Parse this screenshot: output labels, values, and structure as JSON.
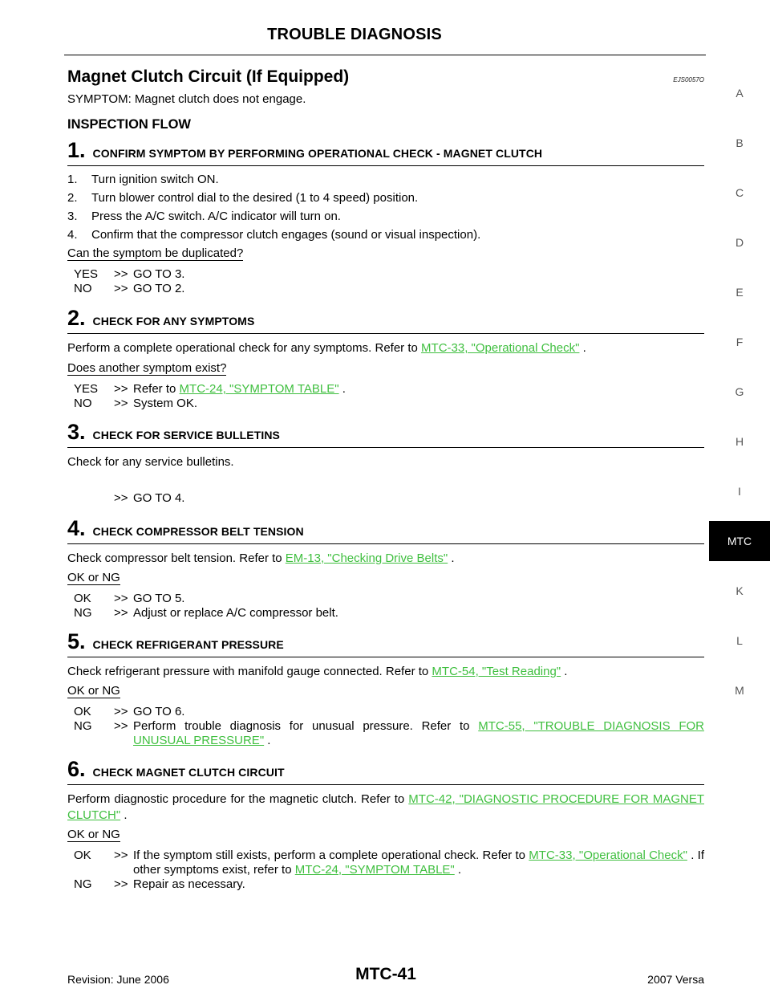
{
  "header": {
    "title": "TROUBLE DIAGNOSIS"
  },
  "section": {
    "title": "Magnet Clutch Circuit (If Equipped)",
    "ref": "EJS0057O",
    "symptom": "SYMPTOM: Magnet clutch does not engage.",
    "flow_title": "INSPECTION FLOW"
  },
  "steps": {
    "s1": {
      "num": "1.",
      "title": "CONFIRM SYMPTOM BY PERFORMING OPERATIONAL CHECK - MAGNET CLUTCH",
      "items": [
        {
          "n": "1.",
          "t": "Turn ignition switch ON."
        },
        {
          "n": "2.",
          "t": "Turn blower control dial to the desired (1 to 4 speed) position."
        },
        {
          "n": "3.",
          "t": "Press the A/C switch. A/C indicator will turn on."
        },
        {
          "n": "4.",
          "t": "Confirm that the compressor clutch engages (sound or visual inspection)."
        }
      ],
      "question": "Can the symptom be duplicated?",
      "a1_k": "YES",
      "a1_arrow": ">>",
      "a1_t": "GO TO 3.",
      "a2_k": "NO",
      "a2_arrow": ">>",
      "a2_t": "GO TO 2."
    },
    "s2": {
      "num": "2.",
      "title": "CHECK FOR ANY SYMPTOMS",
      "text_pre": "Perform a complete operational check for any symptoms. Refer to ",
      "link": "MTC-33, \"Operational Check\"",
      "text_post": " .",
      "question": "Does another symptom exist?",
      "a1_k": "YES",
      "a1_arrow": ">>",
      "a1_pre": "Refer to ",
      "a1_link": "MTC-24, \"SYMPTOM TABLE\"",
      "a1_post": " .",
      "a2_k": "NO",
      "a2_arrow": ">>",
      "a2_t": "System OK."
    },
    "s3": {
      "num": "3.",
      "title": "CHECK FOR SERVICE BULLETINS",
      "text": "Check for any service bulletins.",
      "a_arrow": ">>",
      "a_t": "GO TO 4."
    },
    "s4": {
      "num": "4.",
      "title": "CHECK COMPRESSOR BELT TENSION",
      "text_pre": "Check compressor belt tension. Refer to ",
      "link": "EM-13, \"Checking Drive Belts\"",
      "text_post": " .",
      "question": "OK or NG",
      "a1_k": "OK",
      "a1_arrow": ">>",
      "a1_t": "GO TO 5.",
      "a2_k": "NG",
      "a2_arrow": ">>",
      "a2_t": "Adjust or replace A/C compressor belt."
    },
    "s5": {
      "num": "5.",
      "title": "CHECK REFRIGERANT PRESSURE",
      "text_pre": "Check refrigerant pressure with manifold gauge connected. Refer to ",
      "link": "MTC-54, \"Test Reading\"",
      "text_post": " .",
      "question": "OK or NG",
      "a1_k": "OK",
      "a1_arrow": ">>",
      "a1_t": "GO TO 6.",
      "a2_k": "NG",
      "a2_arrow": ">>",
      "a2_pre": "Perform trouble diagnosis for unusual pressure. Refer to ",
      "a2_link": "MTC-55, \"TROUBLE DIAGNOSIS FOR UNUSUAL PRESSURE\"",
      "a2_post": " ."
    },
    "s6": {
      "num": "6.",
      "title": "CHECK MAGNET CLUTCH CIRCUIT",
      "text_pre": "Perform diagnostic procedure for the magnetic clutch. Refer to ",
      "link": "MTC-42, \"DIAGNOSTIC PROCEDURE FOR MAGNET CLUTCH\"",
      "text_post": " .",
      "question": "OK or NG",
      "a1_k": "OK",
      "a1_arrow": ">>",
      "a1_pre": "If the symptom still exists, perform a complete operational check. Refer to ",
      "a1_link1": "MTC-33, \"Operational Check\"",
      "a1_mid": " . If other symptoms exist, refer to ",
      "a1_link2": "MTC-24, \"SYMPTOM TABLE\"",
      "a1_post": " .",
      "a2_k": "NG",
      "a2_arrow": ">>",
      "a2_t": "Repair as necessary."
    }
  },
  "side_tabs": [
    "A",
    "B",
    "C",
    "D",
    "E",
    "F",
    "G",
    "H",
    "I",
    "MTC",
    "K",
    "L",
    "M"
  ],
  "side_tab_active": "MTC",
  "footer": {
    "left": "Revision: June 2006",
    "center": "MTC-41",
    "right": "2007 Versa"
  },
  "colors": {
    "link": "#3fbf3f",
    "tab_active_bg": "#000000",
    "tab_text": "#555555"
  }
}
